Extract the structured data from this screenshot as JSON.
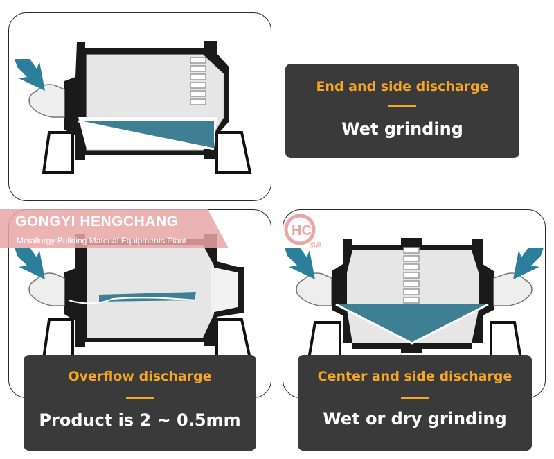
{
  "brand": {
    "name": "GONGYI HENGCHANG",
    "tagline": "Metallurgy Building Material Equipments Plant",
    "logo_mark": "HC",
    "logo_text": "恒昌",
    "accent": "#f5a623",
    "watermark_color": "#e8a6a6"
  },
  "cards": [
    {
      "title": "End and side discharge",
      "subtitle": "Wet grinding"
    },
    {
      "title": "Overflow discharge",
      "subtitle": "Product is 2 ~ 0.5mm"
    },
    {
      "title": "Center and side discharge",
      "subtitle": "Wet or dry grinding"
    }
  ],
  "colors": {
    "card_bg": "#3a3a3a",
    "slurry": "#3f7f94",
    "arrow": "#2c7f9a"
  }
}
